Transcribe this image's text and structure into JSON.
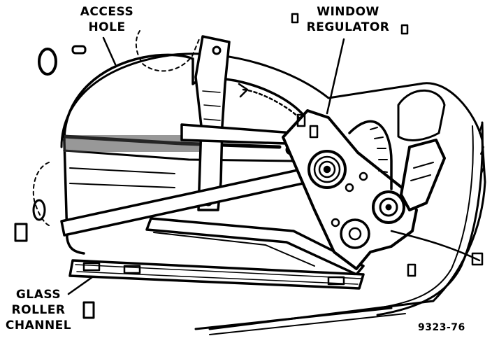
{
  "labels": {
    "access_hole": [
      "ACCESS",
      "HOLE"
    ],
    "window_regulator": [
      "WINDOW",
      "REGULATOR"
    ],
    "glass_roller_channel": [
      "GLASS",
      "ROLLER",
      "CHANNEL"
    ]
  },
  "figure_number": "9323-76"
}
